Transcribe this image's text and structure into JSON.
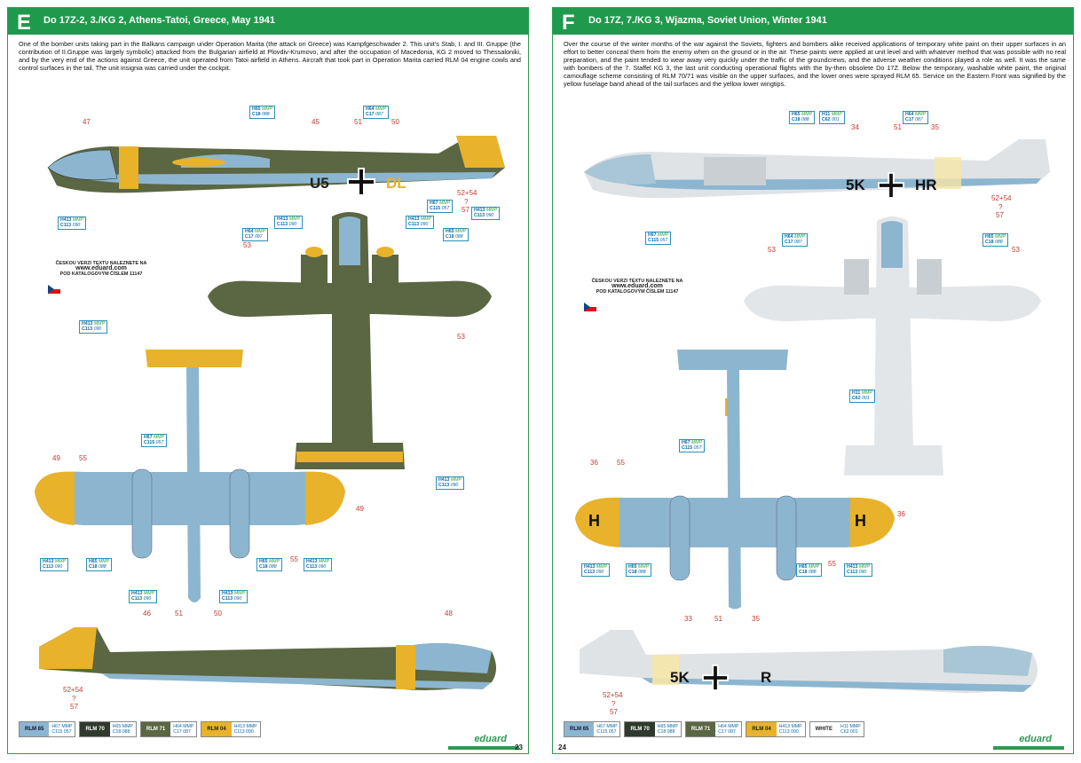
{
  "left_page": {
    "letter": "E",
    "title": "Do 17Z-2, 3./KG 2, Athens-Tatoi, Greece, May 1941",
    "text": "One of the bomber units taking part in the Balkans campaign under Operation Marita (the attack on Greece) was Kampfgeschwader 2. This unit’s Stab, I. and III. Gruppe (the contribution of II.Gruppe was largely symbolic) attacked from the Bulgarian airfield at Plovdiv-Krumovo, and after the occupation of Macedonia, KG 2 moved to Thessaloniki, and by the very end of the actions against Greece, the unit operated from Tatoi airfield in Athens. Aircraft that took part in Operation Marita carried RLM 04 engine cowls and control surfaces in the tail. The unit insignia was carried under the cockpit.",
    "page_number": "23",
    "codes": {
      "side_left": "U5",
      "side_right": "DL"
    },
    "callouts": [
      "47",
      "45",
      "51",
      "50",
      "52+54",
      "?",
      "57",
      "53",
      "53",
      "49",
      "55",
      "49",
      "55",
      "46",
      "51",
      "50",
      "48",
      "52+54",
      "?",
      "57"
    ]
  },
  "right_page": {
    "letter": "F",
    "title": "Do 17Z, 7./KG 3, Wjazma, Soviet Union, Winter 1941",
    "text": "Over the course of the winter months of the war against the Soviets, fighters and bombers alike received applications of temporary white paint on their upper surfaces in an effort to better conceal them from the enemy when on the ground or in the air. These paints were applied at unit level and with whatever method that was possible with no real preparation, and the paint tended to wear away very quickly under the traffic of the groundcrews, and the adverse weather conditions played a role as well. It was the same with bombers of the 7. Staffel KG 3, the last unit conducting operational flights with the by-then obsolete Do 17Z. Below the temporary, washable white paint, the original camouflage scheme consisting of RLM 70/71 was visible on the upper surfaces, and the lower ones were sprayed RLM 65. Service on the Eastern Front was signified by the yellow fuselage band ahead of the tail surfaces and the yellow lower wingtips.",
    "page_number": "24",
    "codes": {
      "top_left": "5K",
      "top_right": "HR",
      "bottom_left": "5K",
      "bottom_right": "R",
      "wing": "H"
    },
    "callouts": [
      "34",
      "51",
      "35",
      "52+54",
      "?",
      "57",
      "53",
      "53",
      "36",
      "55",
      "36",
      "55",
      "33",
      "51",
      "35",
      "52+54",
      "?",
      "57"
    ]
  },
  "czech_note": {
    "line1": "ČESKOU VERZI TEXTU NALEZNETE NA",
    "url": "www.eduard.com",
    "line2": "POD KATALOGOVÝM ČÍSLEM 11147"
  },
  "color_labels": {
    "h65": {
      "a": "H65",
      "b": "MMP",
      "c": "C18",
      "d": "088"
    },
    "h64": {
      "a": "H64",
      "b": "MMP",
      "c": "C17",
      "d": "087"
    },
    "h67": {
      "a": "H67",
      "b": "MMP",
      "c": "C115",
      "d": "057"
    },
    "h413": {
      "a": "H413",
      "b": "MMP",
      "c": "C113",
      "d": "090"
    },
    "h11": {
      "a": "H11",
      "b": "MMP",
      "c": "C62",
      "d": "001"
    }
  },
  "legend": {
    "rlm65": "RLM 65",
    "rlm70": "RLM 70",
    "rlm71": "RLM 71",
    "rlm04": "RLM 04",
    "white": "WHITE"
  },
  "brand": "eduard",
  "colors": {
    "header_green": "#1f9a4c",
    "rlm65": "#8cb6d0",
    "rlm70": "#2f3a2d",
    "rlm71": "#5b6642",
    "rlm04": "#e8b22a",
    "callout_red": "#c53a2f"
  }
}
